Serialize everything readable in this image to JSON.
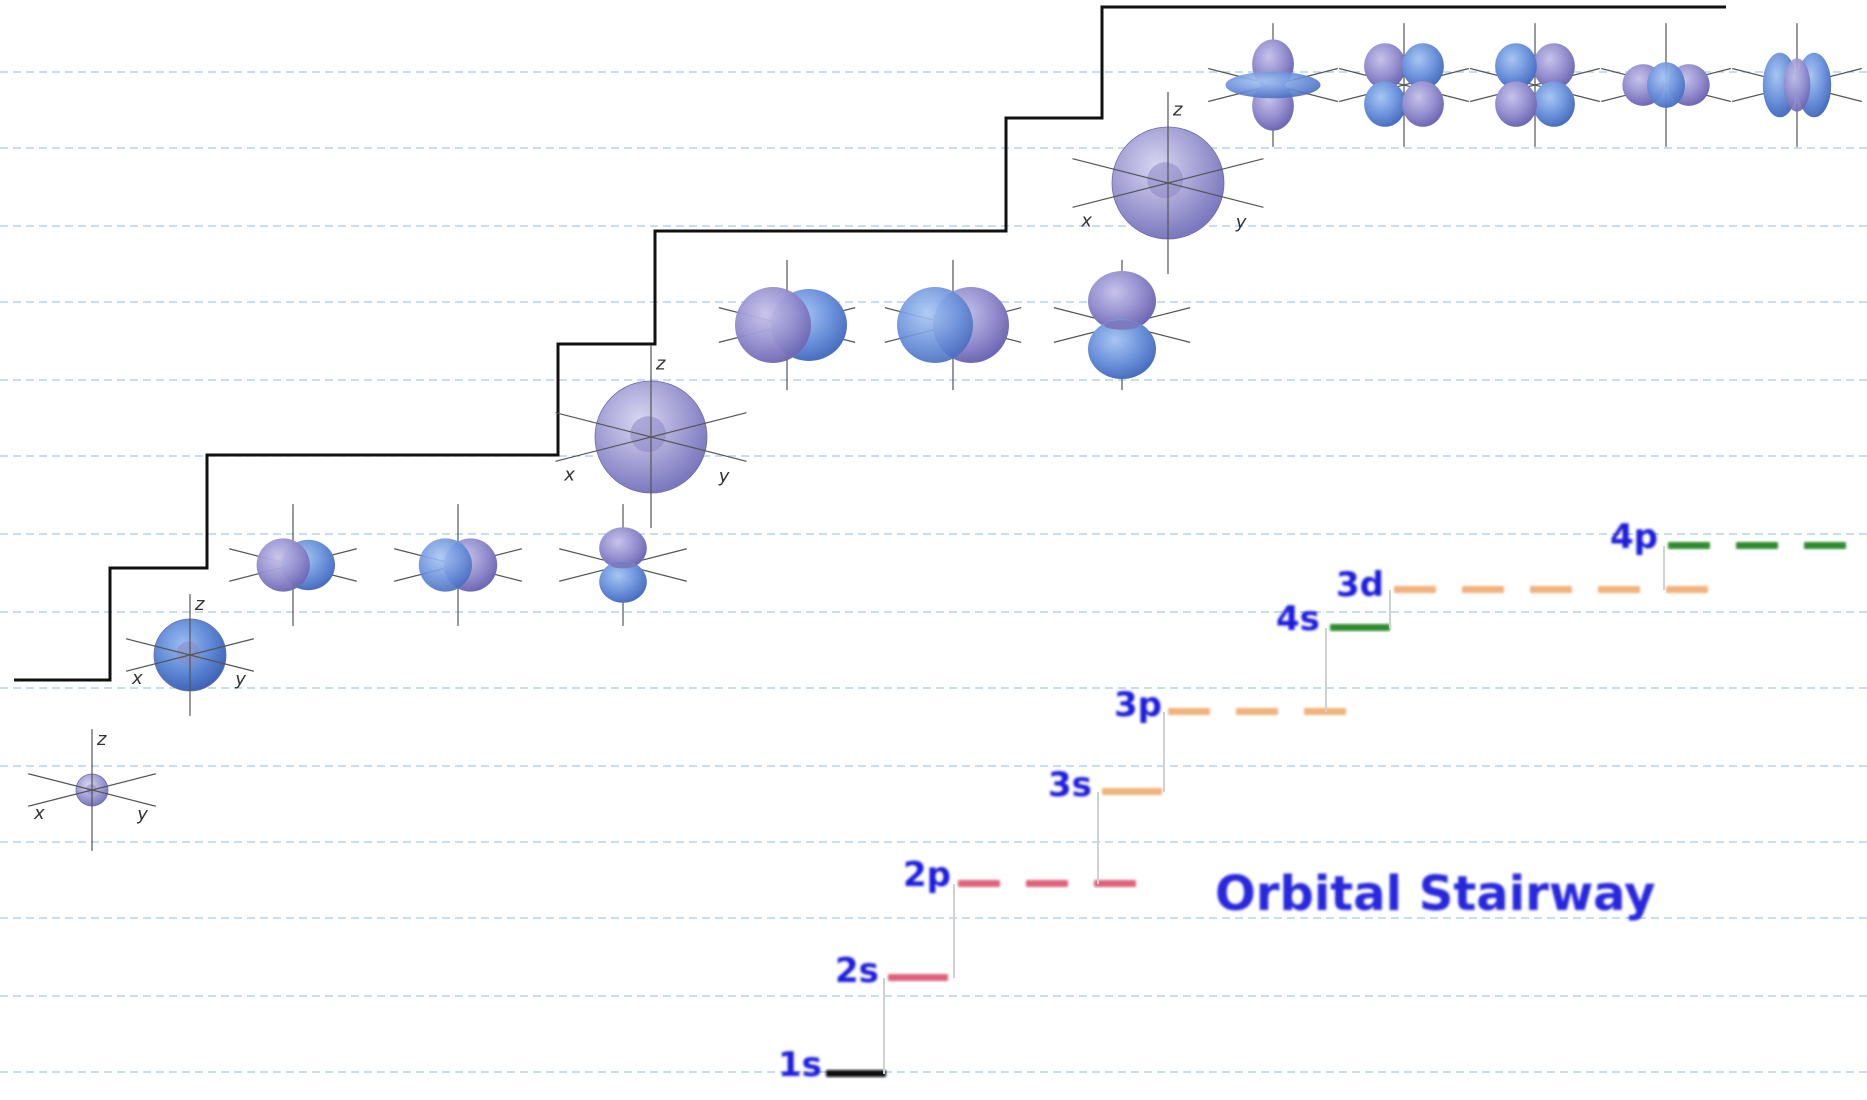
{
  "diagram": {
    "title": "Orbital Stairway",
    "axis_labels": {
      "x": "x",
      "y": "y",
      "z": "z"
    },
    "levels": [
      {
        "label": "1s",
        "count": 1,
        "color": "#111111"
      },
      {
        "label": "2s",
        "count": 1,
        "color": "#e0607a"
      },
      {
        "label": "2p",
        "count": 3,
        "color": "#e0607a"
      },
      {
        "label": "3s",
        "count": 1,
        "color": "#f2b07a"
      },
      {
        "label": "3p",
        "count": 3,
        "color": "#f2b07a"
      },
      {
        "label": "4s",
        "count": 1,
        "color": "#2e8b2e"
      },
      {
        "label": "3d",
        "count": 5,
        "color": "#f2b07a"
      },
      {
        "label": "4p",
        "count": 3,
        "color": "#2e8b2e"
      }
    ],
    "orbitals": [
      {
        "type": "s",
        "axes_labeled": true
      },
      {
        "type": "s",
        "axes_labeled": true
      },
      {
        "type": "px",
        "axes_labeled": false
      },
      {
        "type": "py",
        "axes_labeled": false
      },
      {
        "type": "pz",
        "axes_labeled": false
      },
      {
        "type": "s",
        "axes_labeled": true
      },
      {
        "type": "px",
        "axes_labeled": false
      },
      {
        "type": "py",
        "axes_labeled": false
      },
      {
        "type": "pz",
        "axes_labeled": false
      },
      {
        "type": "s",
        "axes_labeled": true
      },
      {
        "type": "dz2",
        "axes_labeled": false
      },
      {
        "type": "dxz",
        "axes_labeled": false
      },
      {
        "type": "dyz",
        "axes_labeled": false
      },
      {
        "type": "dxy",
        "axes_labeled": false
      },
      {
        "type": "dx2y2",
        "axes_labeled": false
      }
    ],
    "colors": {
      "orbital_light": "#b9b7e0",
      "orbital_mid": "#8a88c8",
      "orbital_blue": "#5f88d6",
      "dashed_rule": "#a9c8ea",
      "label_blue": "#1a1adc",
      "stair_line": "#111111"
    }
  }
}
